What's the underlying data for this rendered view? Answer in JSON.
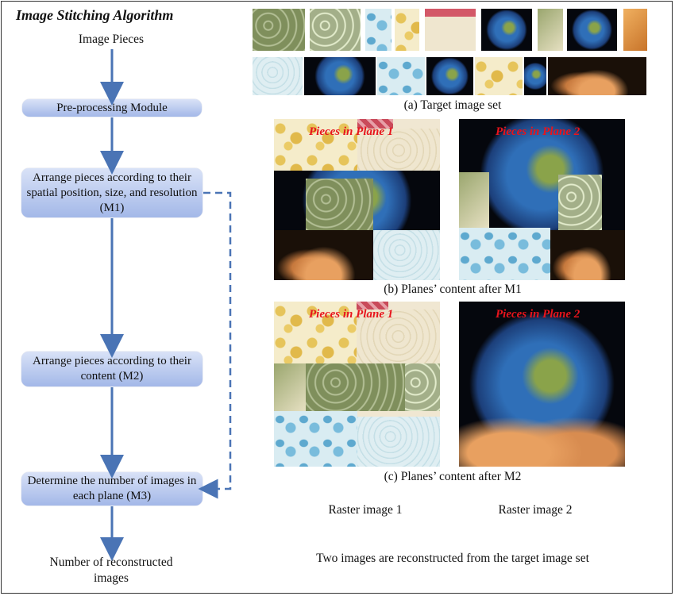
{
  "title": "Image Stitching Algorithm",
  "flow": {
    "input_label": "Image Pieces",
    "steps": [
      "Pre-processing Module",
      "Arrange pieces according to their spatial position, size, and resolution (M1)",
      "Arrange pieces according to their content (M2)",
      "Determine the number of images in each plane (M3)"
    ],
    "output_label": "Number of reconstructed images"
  },
  "captions": {
    "a": "(a) Target image set",
    "b": "(b) Planes’ content after M1",
    "c": "(c) Planes’ content after M2"
  },
  "plane_labels": {
    "plane1": "Pieces in Plane 1",
    "plane2": "Pieces in Plane 2"
  },
  "raster": {
    "r1": "Raster image 1",
    "r2": "Raster image 2"
  },
  "summary": "Two images are reconstructed from the target image set",
  "colors": {
    "box_top": "#d9e2f7",
    "box_bottom": "#a3b8e8",
    "arrow": "#4a74b5",
    "plane_label": "#e8141c"
  }
}
